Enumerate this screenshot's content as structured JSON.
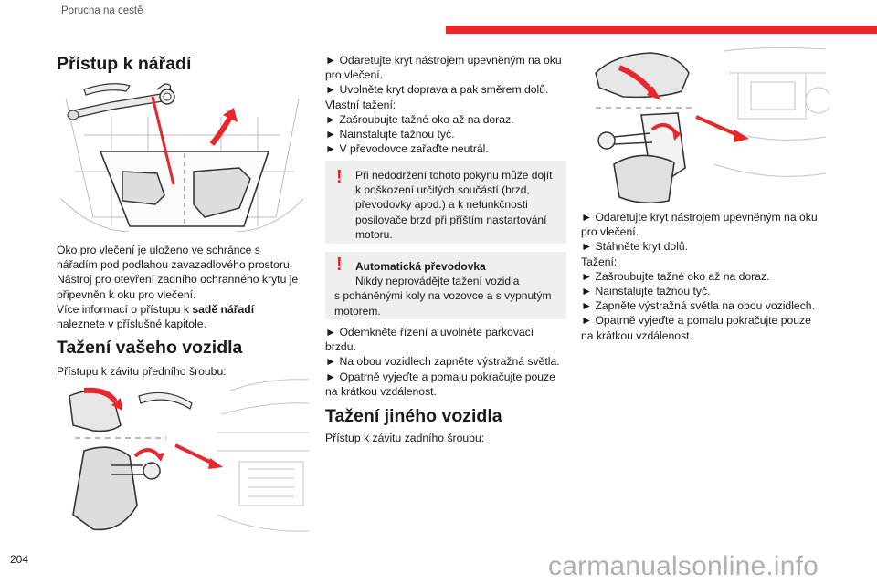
{
  "header": {
    "section": "Porucha na cestě"
  },
  "page_number": "204",
  "watermark": "carmanualsonline.info",
  "col1": {
    "title1": "Přístup k nářadí",
    "para1": [
      "Oko pro vlečení je uloženo ve schránce s",
      "nářadím pod podlahou zavazadlového prostoru.",
      "Nástroj pro otevření zadního ochranného krytu je",
      "připevněn k oku pro vlečení."
    ],
    "more_prefix": "Více informací o přístupu k ",
    "more_bold": "sadě nářadí",
    "more_suffix": "naleznete v příslušné kapitole.",
    "title2": "Tažení vašeho vozidla",
    "front_access": "Přístupu k závitu předního šroubu:"
  },
  "col2": {
    "steps1": [
      "► Odaretujte kryt nástrojem upevněným na oku",
      "pro vlečení.",
      "► Uvolněte kryt doprava a pak směrem dolů.",
      "Vlastní tažení:",
      "► Zašroubujte tažné oko až na doraz.",
      "► Nainstalujte tažnou tyč.",
      "► V převodovce zařaďte neutrál."
    ],
    "warning1": [
      "Při nedodržení tohoto pokynu může dojít",
      "k poškození určitých součástí (brzd,",
      "převodovky apod.) a k nefunkčnosti",
      "posilovače brzd při příštím nastartování",
      "motoru."
    ],
    "warning2_title": "Automatická převodovka",
    "warning2": [
      "Nikdy neprovádějte tažení vozidla",
      "s poháněnými koly na vozovce a s vypnutým",
      "motorem."
    ],
    "steps2": [
      "► Odemkněte řízení a uvolněte parkovací",
      "brzdu.",
      "► Na obou vozidlech zapněte výstražná světla.",
      "► Opatrně vyjeďte a pomalu pokračujte pouze",
      "na krátkou vzdálenost."
    ],
    "title3": "Tažení jiného vozidla",
    "rear_access": "Přístup k závitu zadního šroubu:"
  },
  "col3": {
    "steps": [
      "► Odaretujte kryt nástrojem upevněným na oku",
      "pro vlečení.",
      "► Stáhněte kryt dolů.",
      "Tažení:",
      "► Zašroubujte tažné oko až na doraz.",
      "► Nainstalujte tažnou tyč.",
      "► Zapněte výstražná světla na obou vozidlech.",
      "► Opatrně vyjeďte a pomalu pokračujte pouze",
      "na krátkou vzdálenost."
    ]
  },
  "colors": {
    "accent": "#e8262b",
    "text": "#1a1a1a",
    "note_bg": "#efefef"
  }
}
